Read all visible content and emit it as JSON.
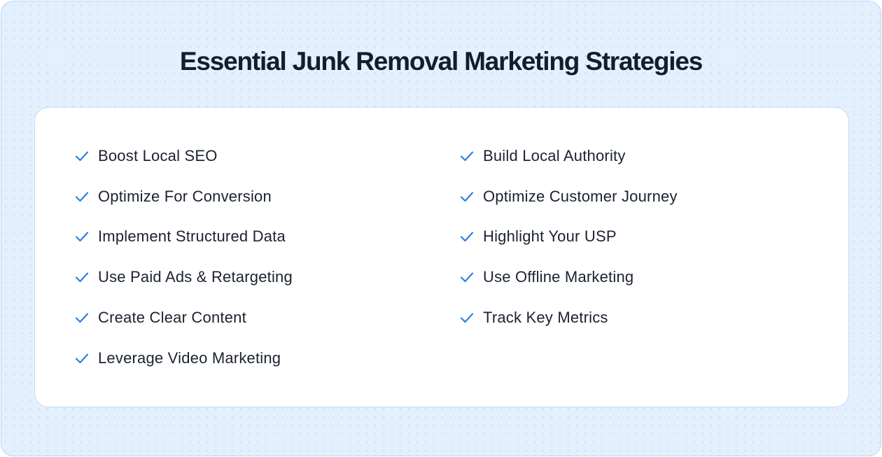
{
  "title": "Essential Junk Removal Marketing Strategies",
  "colors": {
    "accent": "#2f7fe0",
    "background": "#e4f0fd",
    "text": "#141c2f"
  },
  "check_icon": "checkmark-icon",
  "left_column": [
    {
      "label": "Boost Local SEO"
    },
    {
      "label": "Optimize For Conversion"
    },
    {
      "label": "Implement Structured Data"
    },
    {
      "label": "Use Paid Ads & Retargeting"
    },
    {
      "label": "Create Clear Content"
    },
    {
      "label": "Leverage Video Marketing"
    }
  ],
  "right_column": [
    {
      "label": "Build Local Authority"
    },
    {
      "label": "Optimize Customer Journey"
    },
    {
      "label": "Highlight Your USP"
    },
    {
      "label": "Use Offline Marketing"
    },
    {
      "label": "Track Key Metrics"
    }
  ]
}
